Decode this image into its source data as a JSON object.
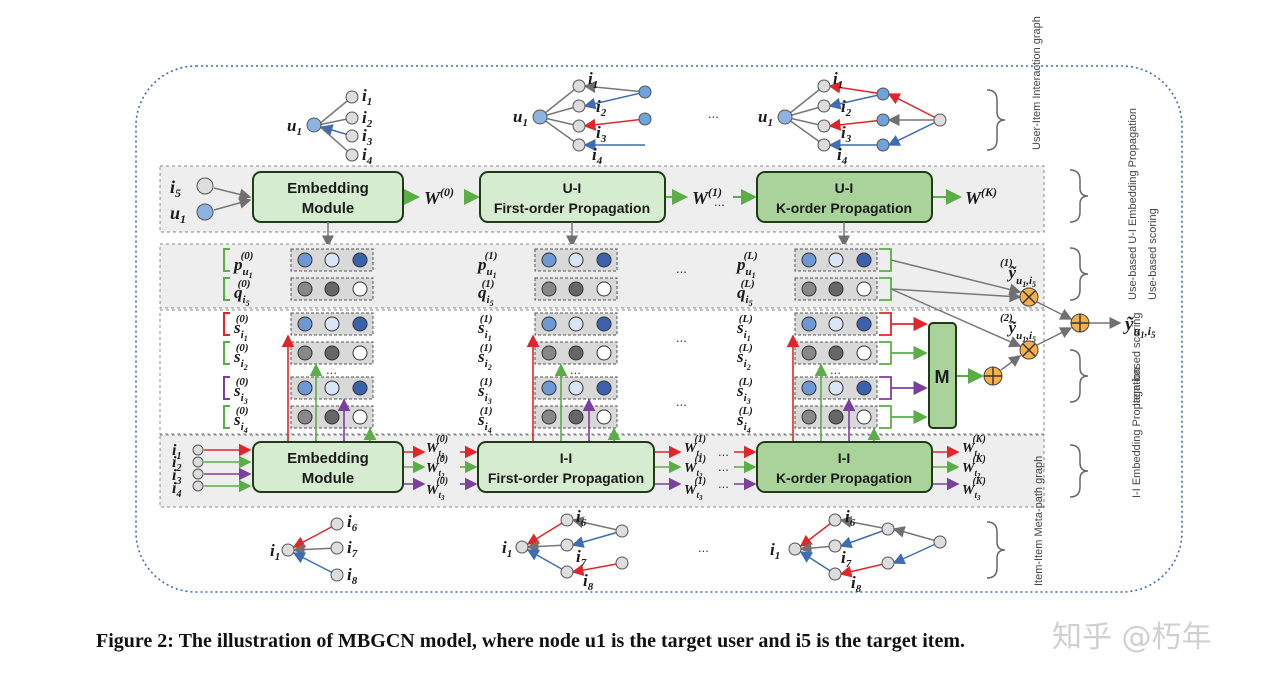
{
  "sections": {
    "user_item_graph": "User-Item Interaction graph",
    "ui_embedding": "Use-based U-I Embedding Propagation",
    "user_based_scoring": "Use-based scoring",
    "item_based_scoring": "Item-based scoring",
    "ii_embedding": "I-I Embedding Propagation",
    "item_item_graph": "Item-Item Meta-path graph"
  },
  "modules": {
    "embedding_top": [
      "Embedding",
      "Module"
    ],
    "ui_first": [
      "U-I",
      "First-order Propagation"
    ],
    "ui_k": [
      "U-I",
      "K-order Propagation"
    ],
    "embedding_bottom": [
      "Embedding",
      "Module"
    ],
    "ii_first": [
      "I-I",
      "First-order Propagation"
    ],
    "ii_k": [
      "I-I",
      "K-order Propagation"
    ],
    "m_block": "M"
  },
  "weights_top": [
    "W(0)",
    "W(1)",
    "W(K)"
  ],
  "ellipsis": "...",
  "caption": "Figure 2: The illustration of MBGCN model, where node u1 is the target user and i5 is the target item.",
  "watermark": "知乎 @朽年",
  "colors": {
    "module_fill": "#d6ecd0",
    "module_dark_fill": "#a9d39a",
    "module_stroke": "#1f3b17",
    "band_fill": "#eeeeee",
    "red": "#e0262b",
    "green": "#5aae46",
    "purple": "#7b3fa0",
    "blue": "#3f6cb4",
    "grey": "#808080"
  }
}
